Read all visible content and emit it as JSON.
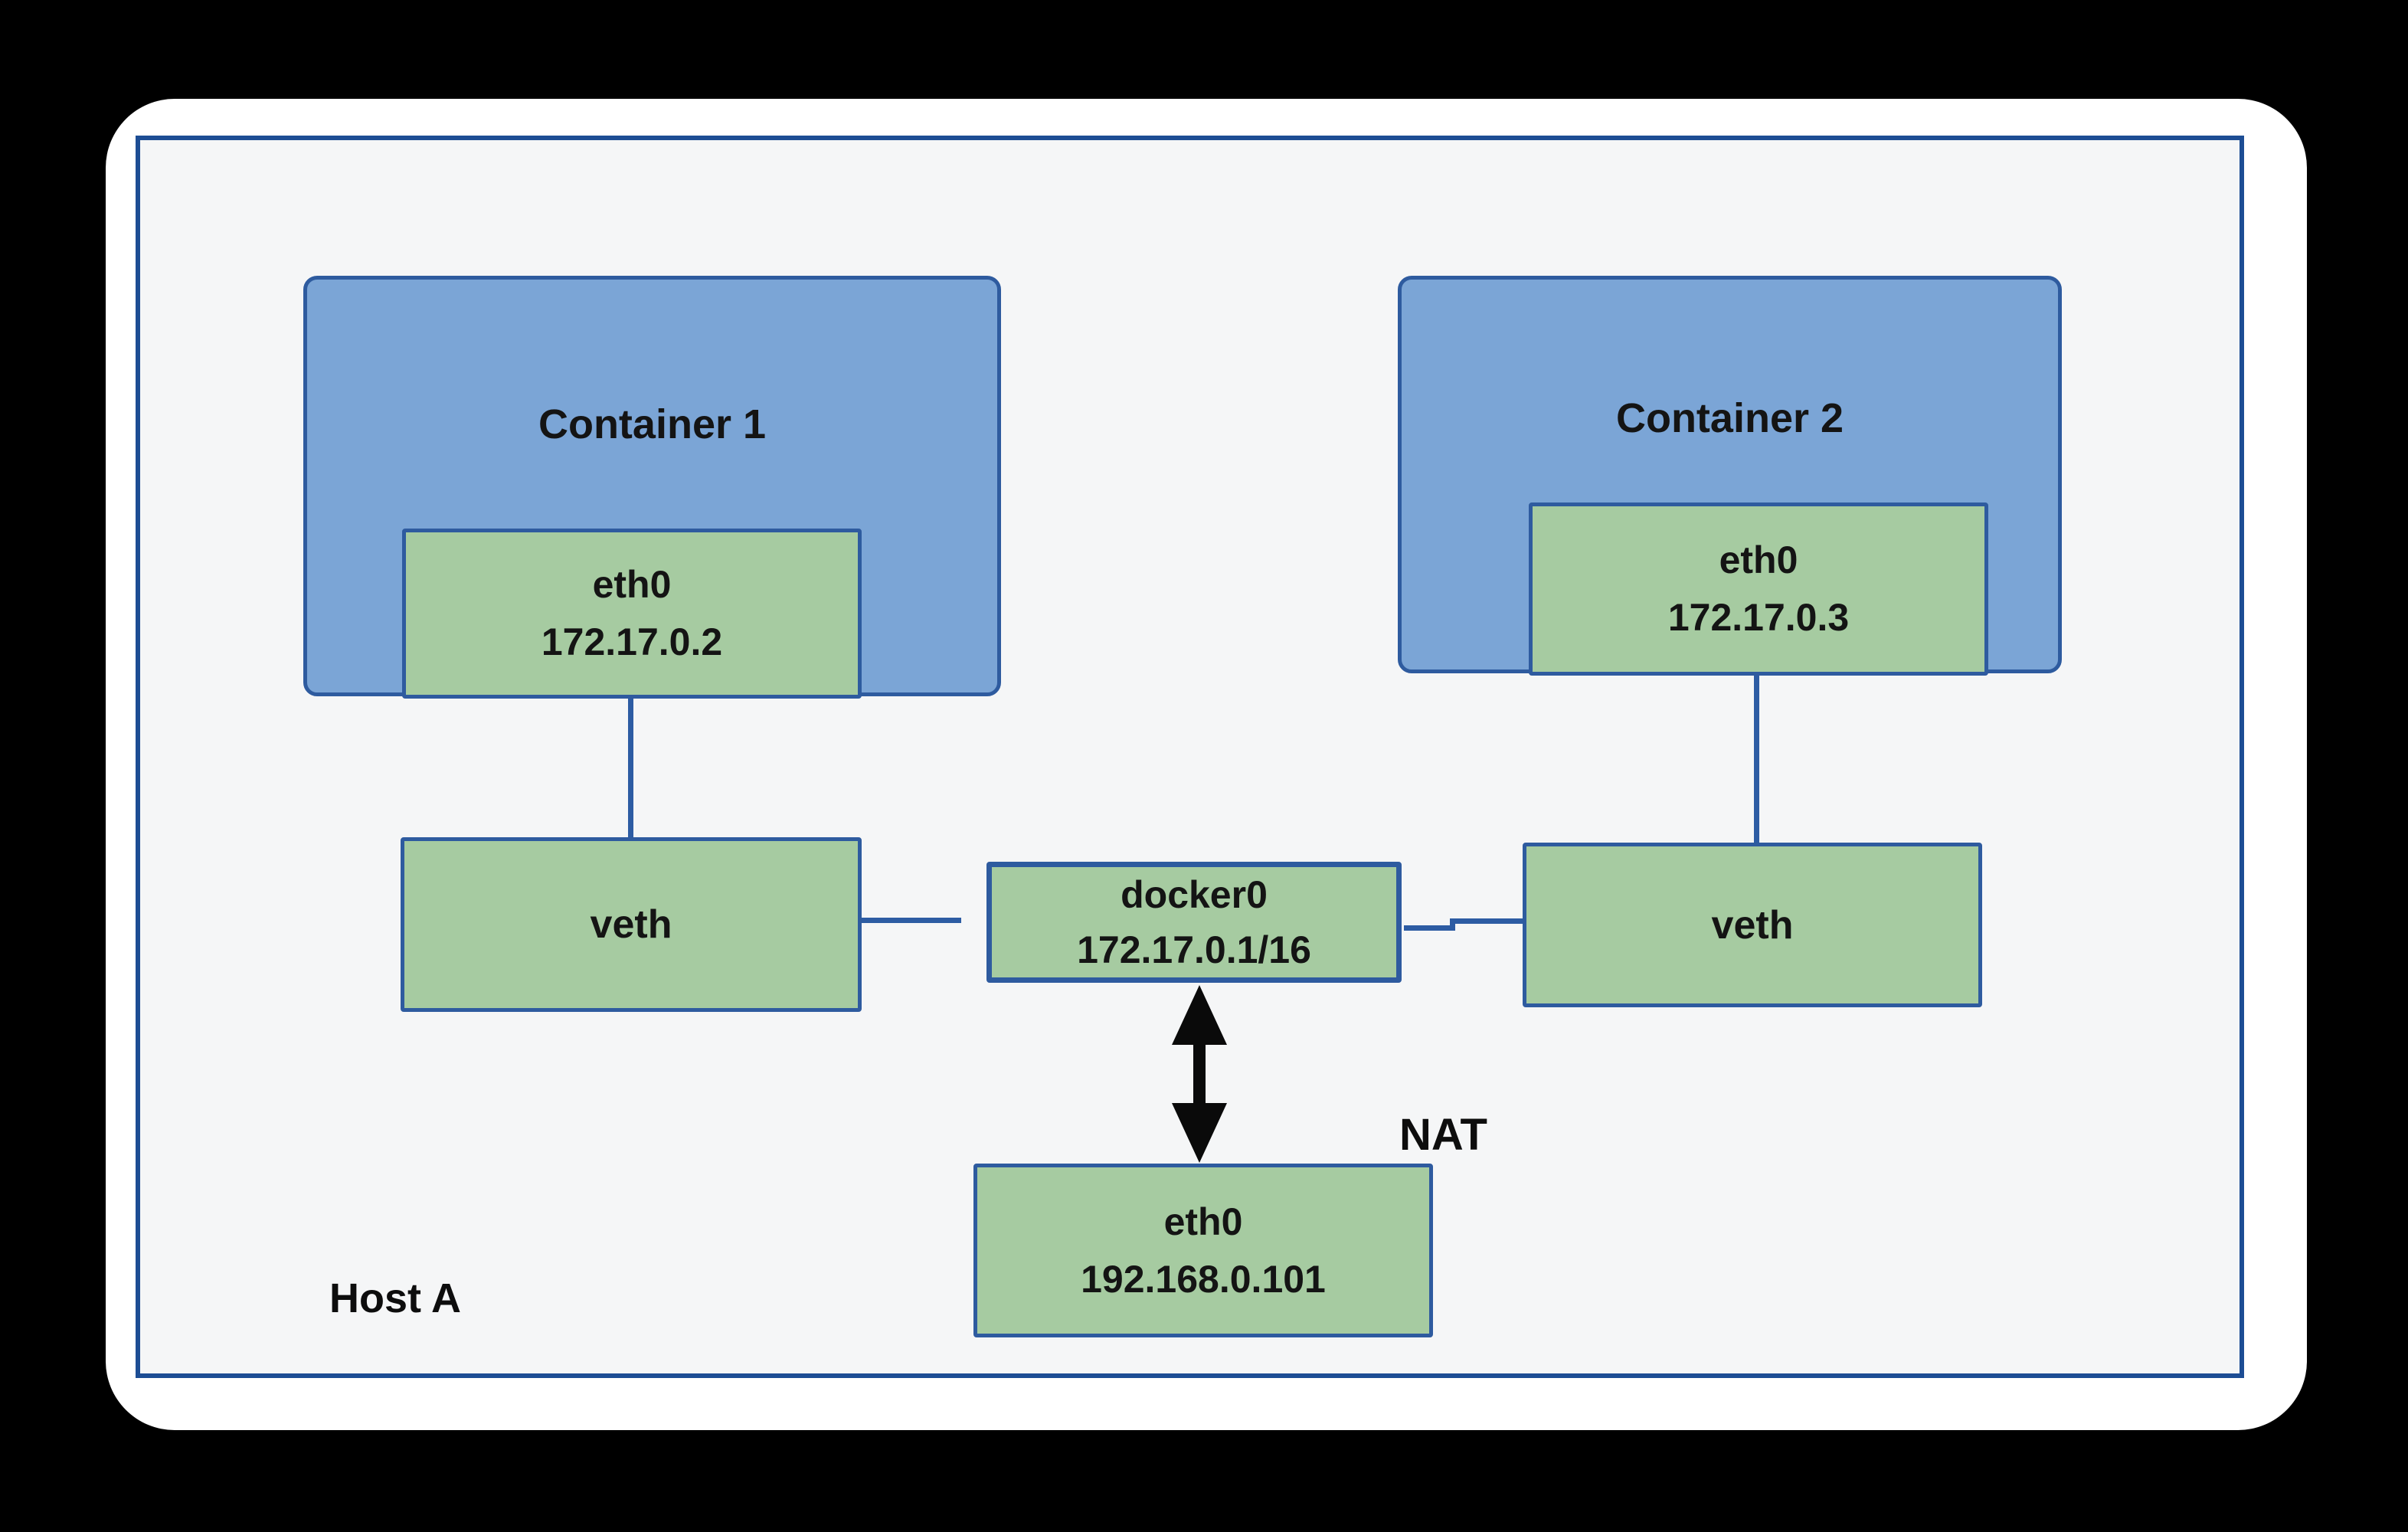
{
  "diagram": {
    "host": {
      "label": "Host A"
    },
    "nat_label": "NAT",
    "containers": [
      {
        "title": "Container 1",
        "iface_name": "eth0",
        "iface_ip": "172.17.0.2"
      },
      {
        "title": "Container 2",
        "iface_name": "eth0",
        "iface_ip": "172.17.0.3"
      }
    ],
    "veths": [
      {
        "label": "veth"
      },
      {
        "label": "veth"
      }
    ],
    "bridge": {
      "name": "docker0",
      "cidr": "172.17.0.1/16"
    },
    "host_iface": {
      "name": "eth0",
      "ip": "192.168.0.101"
    },
    "colors": {
      "background": "#000000",
      "card": "#ffffff",
      "host_fill": "#f5f6f7",
      "border_navy": "#1d4d94",
      "line_navy": "#2d5ca3",
      "container_fill": "#7ba5d6",
      "box_fill": "#a6cba1",
      "arrow_black": "#0a0a0a",
      "text": "#141414"
    }
  }
}
